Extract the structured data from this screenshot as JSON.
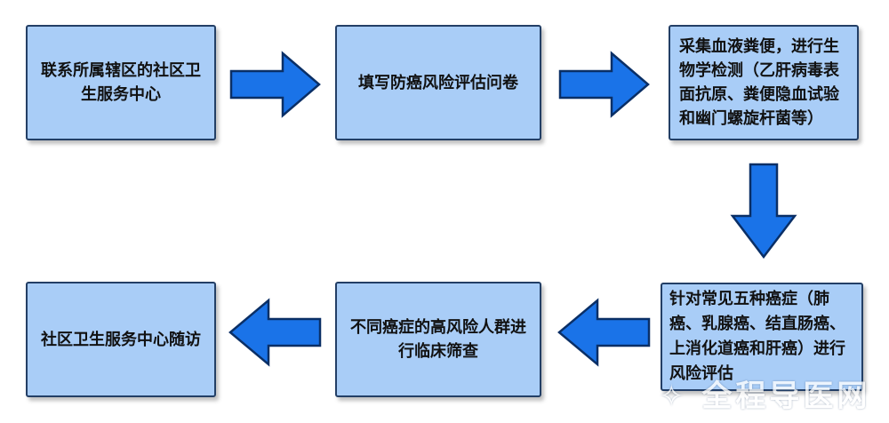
{
  "steps": [
    {
      "text": "联系所属辖区的社区卫生服务中心"
    },
    {
      "text": "填写防癌风险评估问卷"
    },
    {
      "text": "采集血液粪便，进行生物学检测（乙肝病毒表面抗原、粪便隐血试验和幽门螺旋杆菌等）"
    },
    {
      "text": "针对常见五种癌症（肺癌、乳腺癌、结直肠癌、上消化道癌和肝癌）进行风险评估"
    },
    {
      "text": "不同癌症的高风险人群进行临床筛查"
    },
    {
      "text": "社区卫生服务中心随访"
    }
  ],
  "watermark": "全程导医网",
  "colors": {
    "box_fill": "#a9cdf7",
    "box_border": "#233f66",
    "arrow_fill": "#1a73e8",
    "arrow_stroke": "#0a2f66"
  }
}
